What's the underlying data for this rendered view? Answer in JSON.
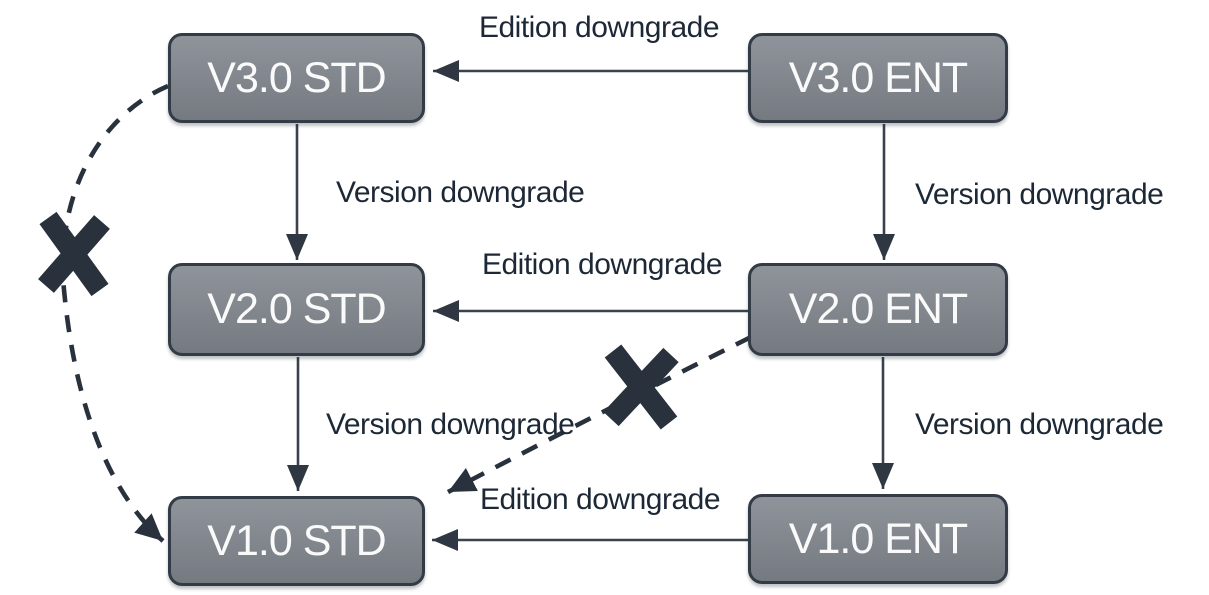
{
  "diagram": {
    "nodes": [
      {
        "id": "v30-std",
        "label": "V3.0 STD"
      },
      {
        "id": "v30-ent",
        "label": "V3.0 ENT"
      },
      {
        "id": "v20-std",
        "label": "V2.0 STD"
      },
      {
        "id": "v20-ent",
        "label": "V2.0 ENT"
      },
      {
        "id": "v10-std",
        "label": "V1.0 STD"
      },
      {
        "id": "v10-ent",
        "label": "V1.0 ENT"
      }
    ],
    "edges": [
      {
        "from": "v30-ent",
        "to": "v30-std",
        "label": "Edition downgrade",
        "style": "solid",
        "blocked": false
      },
      {
        "from": "v30-std",
        "to": "v20-std",
        "label": "Version downgrade",
        "style": "solid",
        "blocked": false
      },
      {
        "from": "v30-ent",
        "to": "v20-ent",
        "label": "Version downgrade",
        "style": "solid",
        "blocked": false
      },
      {
        "from": "v20-ent",
        "to": "v20-std",
        "label": "Edition downgrade",
        "style": "solid",
        "blocked": false
      },
      {
        "from": "v20-std",
        "to": "v10-std",
        "label": "Version downgrade",
        "style": "solid",
        "blocked": false
      },
      {
        "from": "v20-ent",
        "to": "v10-ent",
        "label": "Version downgrade",
        "style": "solid",
        "blocked": false
      },
      {
        "from": "v10-ent",
        "to": "v10-std",
        "label": "Edition downgrade",
        "style": "solid",
        "blocked": false
      },
      {
        "from": "v30-std",
        "to": "v10-std",
        "label": "",
        "style": "dashed",
        "blocked": true
      },
      {
        "from": "v20-ent",
        "to": "v10-std",
        "label": "",
        "style": "dashed",
        "blocked": true
      }
    ],
    "colors": {
      "node_fill_top": "#8f949b",
      "node_fill_bottom": "#757a81",
      "node_border": "#333b46",
      "node_text": "#fafafa",
      "label_text": "#1d2836",
      "arrow_line": "#39424d",
      "arrowhead": "#2e3742",
      "blocked_line": "#28313c",
      "blocked_x": "#28313c",
      "background": "#ffffff"
    }
  }
}
